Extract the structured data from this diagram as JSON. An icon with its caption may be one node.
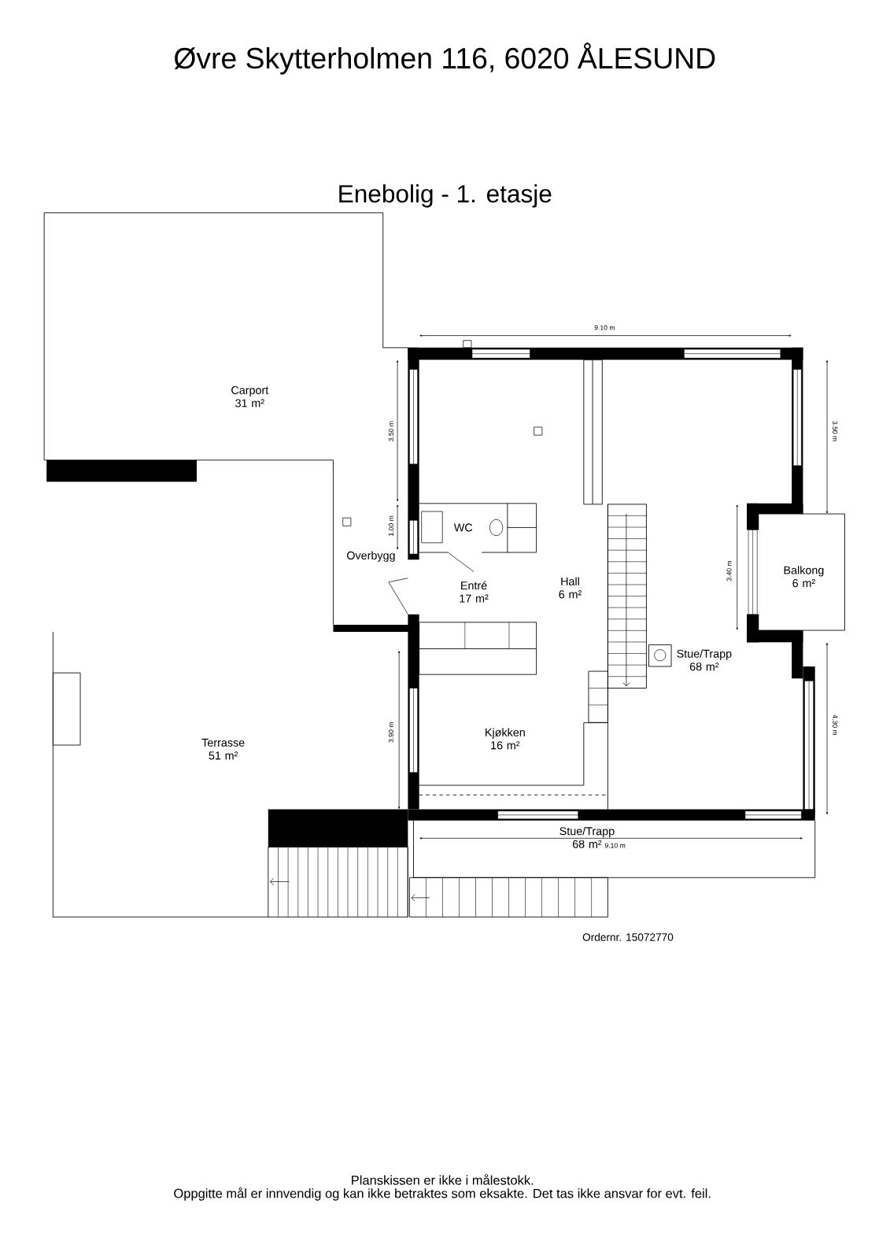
{
  "diagram": {
    "title": "Øvre Skytterholmen 116, 6020 ÅLESUND",
    "labels": [
      "Enebolig - 1. etasje",
      "9.10 m",
      "Carport 31 m²",
      "3.50 m",
      "3.50 m",
      "1.00 m",
      "WC",
      "Overbygg",
      "Entré 17 m²",
      "Hall 6 m²",
      "3.40 m",
      "Balkong 6 m²",
      "Stue/Trapp 68 m²",
      "3.90 m",
      "4.30 m",
      "Kjøkken 16 m²",
      "Terrasse 51 m²",
      "Stue/Trapp 68 m²",
      "9.10 m",
      "Ordernr. 15072770",
      "Planskissen er ikke i målestokk.",
      "Oppgitte mål er innvendig og kan ikke betraktes som eksakte. Det tas ikke ansvar for evt. feil."
    ]
  }
}
